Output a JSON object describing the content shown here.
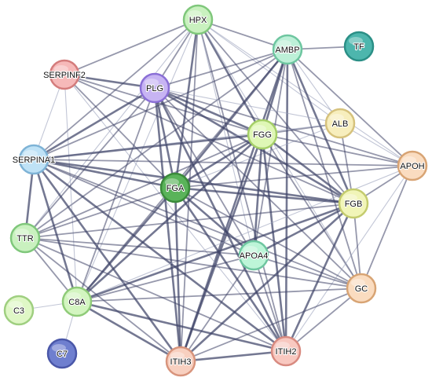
{
  "nodes": [
    {
      "id": "HPX",
      "label": "HPX",
      "fill": "#c9f1bf",
      "stroke": "#7fc77b"
    },
    {
      "id": "AMBP",
      "label": "AMBP",
      "fill": "#bdf0d8",
      "stroke": "#6ec6a0"
    },
    {
      "id": "TF",
      "label": "TF",
      "fill": "#4db6ad",
      "stroke": "#2b8f86"
    },
    {
      "id": "SERPINF2",
      "label": "SERPINF2",
      "fill": "#f6b9b9",
      "stroke": "#d47c7c"
    },
    {
      "id": "PLG",
      "label": "PLG",
      "fill": "#c7b4f3",
      "stroke": "#8a6fd6"
    },
    {
      "id": "ALB",
      "label": "ALB",
      "fill": "#f7eebd",
      "stroke": "#d6c27c"
    },
    {
      "id": "FGG",
      "label": "FGG",
      "fill": "#dff7b6",
      "stroke": "#a5cf68"
    },
    {
      "id": "SERPINA1",
      "label": "SERPINA1",
      "fill": "#bfe2f6",
      "stroke": "#7eb3d6"
    },
    {
      "id": "APOH",
      "label": "APOH",
      "fill": "#fadcc0",
      "stroke": "#d8a474"
    },
    {
      "id": "FGA",
      "label": "FGA",
      "fill": "#5ab35a",
      "stroke": "#3a8a3a"
    },
    {
      "id": "FGB",
      "label": "FGB",
      "fill": "#f1f5b8",
      "stroke": "#c4cc6e"
    },
    {
      "id": "TTR",
      "label": "TTR",
      "fill": "#c9f1bf",
      "stroke": "#7fc77b"
    },
    {
      "id": "APOA4",
      "label": "APOA4",
      "fill": "#bdf5d8",
      "stroke": "#6ec6a0"
    },
    {
      "id": "GC",
      "label": "GC",
      "fill": "#fadcc0",
      "stroke": "#d8a474"
    },
    {
      "id": "C3",
      "label": "C3",
      "fill": "#dff7c6",
      "stroke": "#9fcf80"
    },
    {
      "id": "C8A",
      "label": "C8A",
      "fill": "#d3f5c0",
      "stroke": "#8fcb78"
    },
    {
      "id": "C7",
      "label": "C7",
      "fill": "#6f7fcf",
      "stroke": "#4a57a8"
    },
    {
      "id": "ITIH3",
      "label": "ITIH3",
      "fill": "#f8d0c0",
      "stroke": "#d8947c"
    },
    {
      "id": "ITIH2",
      "label": "ITIH2",
      "fill": "#f8c8c0",
      "stroke": "#d88a80"
    }
  ],
  "edges": [
    [
      "HPX",
      "AMBP",
      2
    ],
    [
      "HPX",
      "SERPINF2",
      2
    ],
    [
      "HPX",
      "PLG",
      2
    ],
    [
      "HPX",
      "FGG",
      3
    ],
    [
      "HPX",
      "FGA",
      3
    ],
    [
      "HPX",
      "FGB",
      2
    ],
    [
      "HPX",
      "SERPINA1",
      2
    ],
    [
      "HPX",
      "ITIH3",
      2
    ],
    [
      "HPX",
      "ITIH2",
      2
    ],
    [
      "HPX",
      "APOA4",
      1
    ],
    [
      "HPX",
      "ALB",
      1
    ],
    [
      "HPX",
      "APOH",
      1
    ],
    [
      "HPX",
      "TTR",
      1
    ],
    [
      "HPX",
      "C8A",
      1
    ],
    [
      "HPX",
      "GC",
      1
    ],
    [
      "AMBP",
      "TF",
      2
    ],
    [
      "AMBP",
      "PLG",
      2
    ],
    [
      "AMBP",
      "FGG",
      3
    ],
    [
      "AMBP",
      "FGA",
      3
    ],
    [
      "AMBP",
      "FGB",
      3
    ],
    [
      "AMBP",
      "ITIH3",
      3
    ],
    [
      "AMBP",
      "ITIH2",
      3
    ],
    [
      "AMBP",
      "SERPINA1",
      2
    ],
    [
      "AMBP",
      "APOH",
      2
    ],
    [
      "AMBP",
      "GC",
      2
    ],
    [
      "AMBP",
      "C8A",
      2
    ],
    [
      "AMBP",
      "TTR",
      2
    ],
    [
      "AMBP",
      "ALB",
      1
    ],
    [
      "AMBP",
      "APOA4",
      2
    ],
    [
      "SERPINF2",
      "PLG",
      3
    ],
    [
      "SERPINF2",
      "FGG",
      2
    ],
    [
      "SERPINF2",
      "FGA",
      2
    ],
    [
      "SERPINF2",
      "FGB",
      2
    ],
    [
      "SERPINF2",
      "SERPINA1",
      1
    ],
    [
      "SERPINF2",
      "ITIH2",
      1
    ],
    [
      "SERPINF2",
      "C8A",
      1
    ],
    [
      "PLG",
      "FGG",
      3
    ],
    [
      "PLG",
      "FGA",
      3
    ],
    [
      "PLG",
      "FGB",
      3
    ],
    [
      "PLG",
      "SERPINA1",
      3
    ],
    [
      "PLG",
      "TTR",
      2
    ],
    [
      "PLG",
      "ITIH3",
      3
    ],
    [
      "PLG",
      "ITIH2",
      3
    ],
    [
      "PLG",
      "APOA4",
      2
    ],
    [
      "PLG",
      "GC",
      2
    ],
    [
      "PLG",
      "C8A",
      2
    ],
    [
      "PLG",
      "APOH",
      2
    ],
    [
      "PLG",
      "ALB",
      1
    ],
    [
      "ALB",
      "FGB",
      2
    ],
    [
      "ALB",
      "FGG",
      2
    ],
    [
      "ALB",
      "APOH",
      1
    ],
    [
      "ALB",
      "FGA",
      1
    ],
    [
      "ALB",
      "SERPINA1",
      1
    ],
    [
      "FGG",
      "FGA",
      3
    ],
    [
      "FGG",
      "FGB",
      3
    ],
    [
      "FGG",
      "SERPINA1",
      3
    ],
    [
      "FGG",
      "TTR",
      2
    ],
    [
      "FGG",
      "APOA4",
      3
    ],
    [
      "FGG",
      "GC",
      2
    ],
    [
      "FGG",
      "C8A",
      3
    ],
    [
      "FGG",
      "ITIH3",
      3
    ],
    [
      "FGG",
      "ITIH2",
      3
    ],
    [
      "FGG",
      "APOH",
      2
    ],
    [
      "SERPINA1",
      "FGA",
      3
    ],
    [
      "SERPINA1",
      "FGB",
      3
    ],
    [
      "SERPINA1",
      "TTR",
      3
    ],
    [
      "SERPINA1",
      "APOA4",
      2
    ],
    [
      "SERPINA1",
      "GC",
      2
    ],
    [
      "SERPINA1",
      "C8A",
      3
    ],
    [
      "SERPINA1",
      "ITIH3",
      3
    ],
    [
      "SERPINA1",
      "ITIH2",
      3
    ],
    [
      "SERPINA1",
      "APOH",
      2
    ],
    [
      "APOH",
      "FGB",
      2
    ],
    [
      "APOH",
      "FGA",
      2
    ],
    [
      "APOH",
      "GC",
      2
    ],
    [
      "APOH",
      "ITIH2",
      1
    ],
    [
      "APOH",
      "C8A",
      1
    ],
    [
      "FGA",
      "FGB",
      3
    ],
    [
      "FGA",
      "TTR",
      2
    ],
    [
      "FGA",
      "APOA4",
      3
    ],
    [
      "FGA",
      "GC",
      2
    ],
    [
      "FGA",
      "C8A",
      3
    ],
    [
      "FGA",
      "ITIH3",
      3
    ],
    [
      "FGA",
      "ITIH2",
      3
    ],
    [
      "FGB",
      "TTR",
      2
    ],
    [
      "FGB",
      "APOA4",
      3
    ],
    [
      "FGB",
      "GC",
      2
    ],
    [
      "FGB",
      "C8A",
      3
    ],
    [
      "FGB",
      "ITIH3",
      3
    ],
    [
      "FGB",
      "ITIH2",
      3
    ],
    [
      "TTR",
      "APOA4",
      2
    ],
    [
      "TTR",
      "GC",
      2
    ],
    [
      "TTR",
      "C8A",
      2
    ],
    [
      "TTR",
      "ITIH3",
      2
    ],
    [
      "TTR",
      "ITIH2",
      2
    ],
    [
      "APOA4",
      "GC",
      2
    ],
    [
      "APOA4",
      "C8A",
      2
    ],
    [
      "APOA4",
      "ITIH3",
      2
    ],
    [
      "APOA4",
      "ITIH2",
      2
    ],
    [
      "GC",
      "C8A",
      2
    ],
    [
      "GC",
      "ITIH3",
      2
    ],
    [
      "GC",
      "ITIH2",
      2
    ],
    [
      "C3",
      "C8A",
      1
    ],
    [
      "C7",
      "C8A",
      1
    ],
    [
      "C8A",
      "ITIH3",
      3
    ],
    [
      "C8A",
      "ITIH2",
      3
    ],
    [
      "ITIH3",
      "ITIH2",
      3
    ]
  ],
  "style": {
    "edge_color": "#3f4468",
    "edge_light_color": "#9aa0bb"
  }
}
